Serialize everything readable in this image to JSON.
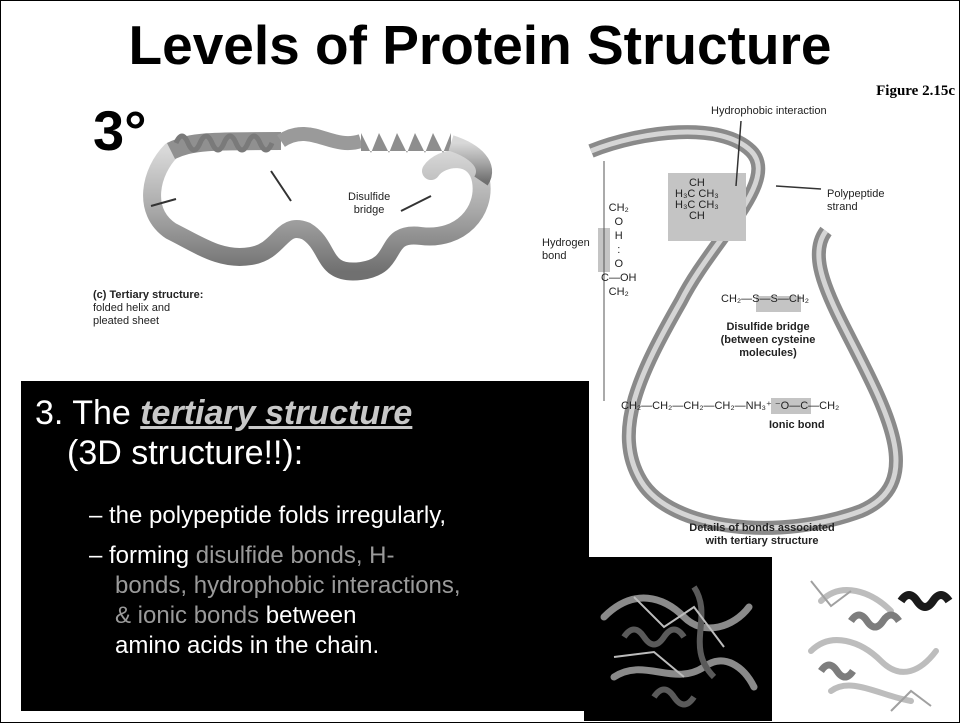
{
  "title": "Levels of Protein Structure",
  "figure_ref": "Figure 2.15c",
  "level_symbol": "3°",
  "left_diagram": {
    "disulfide_label_1": "Disulfide",
    "disulfide_label_2": "bridge",
    "caption_bold": "(c) Tertiary structure:",
    "caption_line2": "folded helix and",
    "caption_line3": "pleated sheet"
  },
  "right_diagram": {
    "hydrophobic_interaction": "Hydrophobic interaction",
    "polypeptide_1": "Polypeptide",
    "polypeptide_2": "strand",
    "hydrogen_1": "Hydrogen",
    "hydrogen_2": "bond",
    "disulfide_chain": "CH₂—S—S—CH₂",
    "disulfide_desc_1": "Disulfide bridge",
    "disulfide_desc_2": "(between cysteine",
    "disulfide_desc_3": "molecules)",
    "ionic_chain": "CH₂—CH₂—CH₂—CH₂—NH₃⁺ ⁻O—C—CH₂",
    "ionic_bond": "Ionic bond",
    "details_1": "Details of bonds associated",
    "details_2": "with tertiary structure",
    "ch2_top": "CH₂",
    "oh": "O",
    "h": "H",
    "dots": ":",
    "o": "O",
    "c_oh": "C—OH",
    "ch2_bottom": "CH₂",
    "hydrophobic_ch_top": "CH",
    "hydrophobic_row1": "H₃C  CH₃",
    "hydrophobic_row2": "H₃C  CH₃",
    "hydrophobic_ch_bottom": "CH"
  },
  "body": {
    "heading_number": "3. The ",
    "heading_term": "tertiary structure",
    "heading_line2": "(3D structure!!):",
    "bullet1": "– the polypeptide folds irregularly,",
    "bullet2_a": "– forming ",
    "bullet2_b": "disulfide bonds, H-",
    "bullet2_c": "bonds, hydrophobic interactions,",
    "bullet2_d": "& ionic bonds",
    "bullet2_e": " between",
    "bullet2_f": "amino acids in the chain."
  }
}
